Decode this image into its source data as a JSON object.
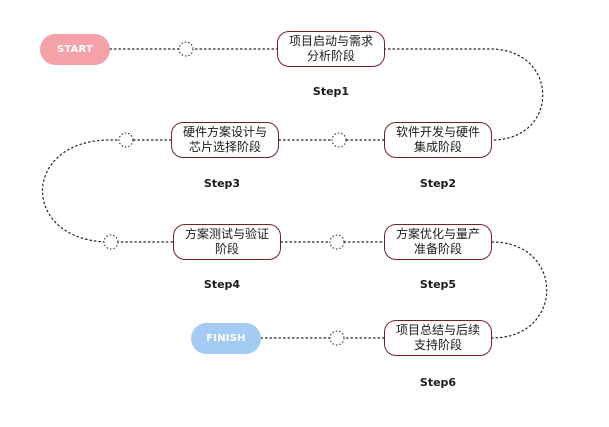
{
  "start": {
    "label": "START"
  },
  "finish": {
    "label": "FINISH"
  },
  "steps": [
    {
      "box_text": "项目启动与需求分析阶段",
      "label": "Step1"
    },
    {
      "box_text": "软件开发与硬件集成阶段",
      "label": "Step2"
    },
    {
      "box_text": "硬件方案设计与芯片选择阶段",
      "label": "Step3"
    },
    {
      "box_text": "方案测试与验证阶段",
      "label": "Step4"
    },
    {
      "box_text": "方案优化与量产准备阶段",
      "label": "Step5"
    },
    {
      "box_text": "项目总结与后续支持阶段",
      "label": "Step6"
    }
  ],
  "colors": {
    "start": "#f4a1a8",
    "finish": "#a3cbf4",
    "box_border": "#7a1f26",
    "path": "#222222"
  }
}
